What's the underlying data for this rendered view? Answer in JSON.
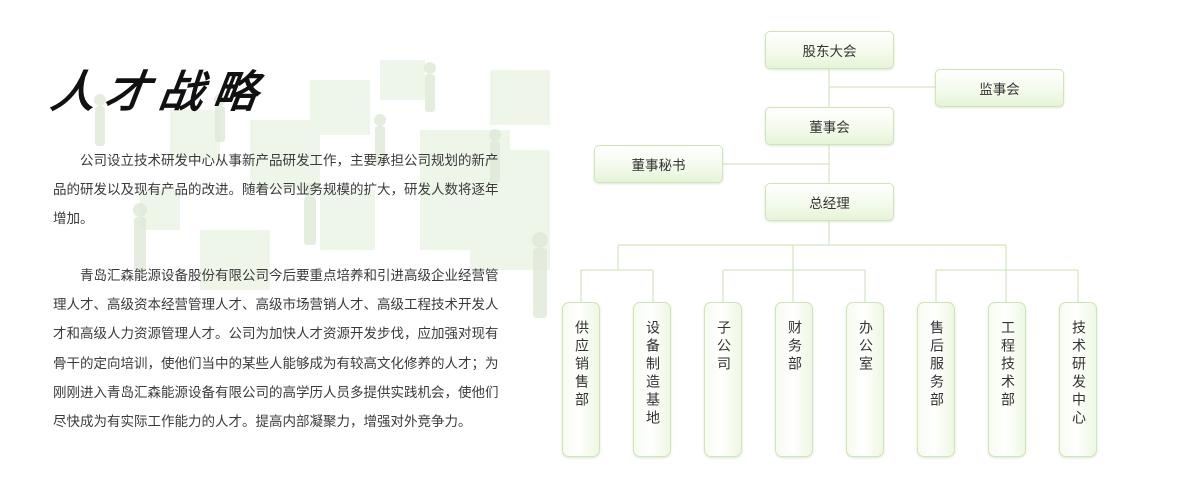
{
  "page": {
    "title": "人才战略",
    "paragraphs": [
      "公司设立技术研发中心从事新产品研发工作，主要承担公司规划的新产品的研发以及现有产品的改进。随着公司业务规模的扩大，研发人数将逐年增加。",
      "青岛汇森能源设备股份有限公司今后要重点培养和引进高级企业经营管理人才、高级资本经营管理人才、高级市场营销人才、高级工程技术开发人才和高级人力资源管理人才。公司为加快人才资源开发步伐，应加强对现有骨干的定向培训，使他们当中的某些人能够成为有较高文化修养的人才；为刚刚进入青岛汇森能源设备有限公司的高学历人员多提供实践机会，使他们尽快成为有实际工作能力的人才。提高内部凝聚力，增强对外竞争力。"
    ]
  },
  "org": {
    "shareholders": "股东大会",
    "supervisors": "监事会",
    "board": "董事会",
    "secretary": "董事秘书",
    "gm": "总经理",
    "departments": [
      "供应销售部",
      "设备制造基地",
      "子公司",
      "财务部",
      "办公室",
      "售后服务部",
      "工程技术部",
      "技术研发中心"
    ]
  },
  "colors": {
    "line": "#c9e2b1",
    "box_border": "#cfe5b8",
    "box_fill": "#eef7e3",
    "text": "#333333"
  }
}
